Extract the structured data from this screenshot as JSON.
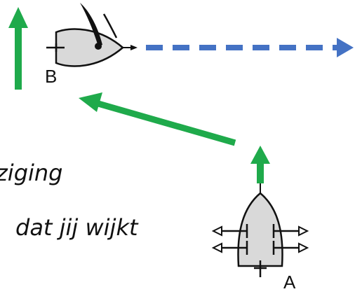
{
  "labels": {
    "boat_b": "B",
    "boat_a": "A"
  },
  "caption": {
    "line1": "ziging",
    "line2": "dat jij wijkt"
  },
  "colors": {
    "green_arrow": "#1faa4b",
    "blue_arrow": "#4472c4",
    "hull_fill": "#d9d9d9",
    "outline": "#111111"
  }
}
